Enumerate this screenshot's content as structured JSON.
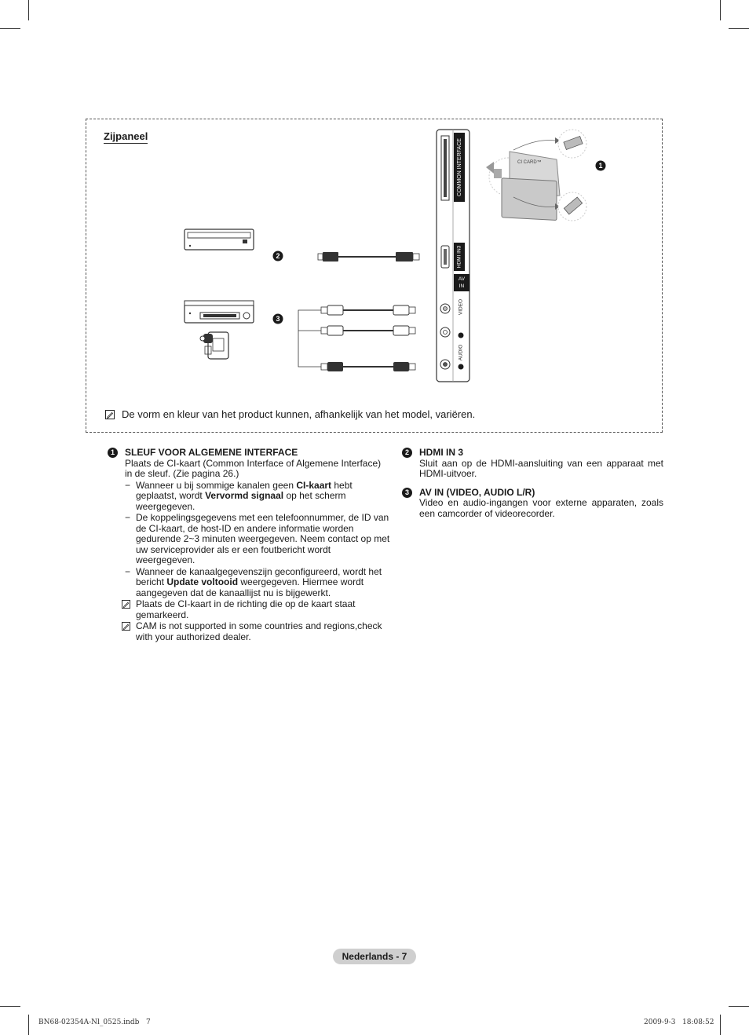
{
  "panel": {
    "title": "Zijpaneel",
    "labels": {
      "common_interface": "COMMON INTERFACE",
      "hdmi_in": "HDMI IN3",
      "av_in_1": "AV",
      "av_in_2": "IN",
      "video": "VIDEO",
      "audio": "AUDIO",
      "ci_card": "CI CARD™"
    },
    "markers": {
      "one": "1",
      "two": "2",
      "three": "3"
    },
    "note": "De vorm en kleur van het product kunnen, afhankelijk van het model, variëren."
  },
  "items": {
    "one": {
      "num": "1",
      "title": "SLEUF VOOR ALGEMENE INTERFACE",
      "body": "Plaats de CI-kaart (Common Interface of Algemene Interface) in de sleuf. (Zie pagina 26.)",
      "dash1": {
        "a": "Wanneer u bij sommige kanalen geen ",
        "b": "CI-kaart",
        "c": " hebt geplaatst, wordt ",
        "d": "Vervormd signaal",
        "e": " op het scherm weergegeven."
      },
      "dash2": "De koppelingsgegevens met een telefoonnummer, de ID van de CI-kaart, de host-ID en andere informatie worden gedurende 2~3 minuten weergegeven. Neem contact op met uw serviceprovider als er een foutbericht wordt weergegeven.",
      "dash3": {
        "a": "Wanneer de kanaalgegevenszijn geconfigureerd, wordt het bericht ",
        "b": "Update voltooid",
        "c": " weergegeven. Hiermee wordt aangegeven dat de kanaallijst nu is bijgewerkt."
      },
      "note1": "Plaats de CI-kaart in de richting die op de kaart staat gemarkeerd.",
      "note2": "CAM is not supported in some countries and regions,check with your authorized dealer."
    },
    "two": {
      "num": "2",
      "title": "HDMI IN 3",
      "body": "Sluit aan op de HDMI-aansluiting van een apparaat met HDMI-uitvoer."
    },
    "three": {
      "num": "3",
      "title": "AV IN (VIDEO, AUDIO L/R)",
      "body": "Video en audio-ingangen voor externe apparaten, zoals een camcorder of videorecorder."
    }
  },
  "footer": {
    "page_label": "Nederlands - 7",
    "print_left": "BN68-02354A-Nl_0525.indb   7",
    "print_right": "2009-9-3   18:08:52"
  },
  "icons": {
    "note": "note-pencil-icon",
    "number": "circled-number-icon"
  }
}
